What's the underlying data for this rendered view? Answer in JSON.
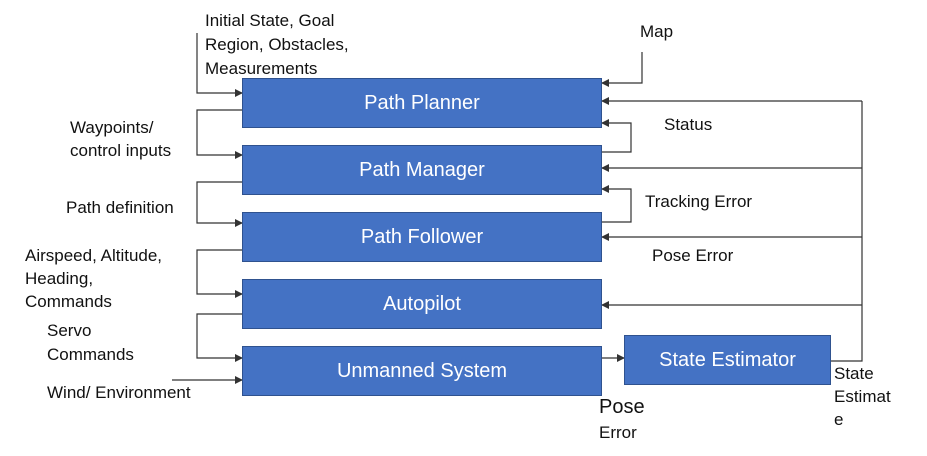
{
  "blocks": {
    "path_planner": "Path Planner",
    "path_manager": "Path Manager",
    "path_follower": "Path Follower",
    "autopilot": "Autopilot",
    "unmanned_system": "Unmanned System",
    "state_estimator": "State Estimator"
  },
  "labels": {
    "inputs_1": "Initial State, Goal",
    "inputs_2": "Region, Obstacles,",
    "inputs_3": "Measurements",
    "map": "Map",
    "waypoints_1": "Waypoints/",
    "waypoints_2": "control inputs",
    "status": "Status",
    "path_definition": "Path definition",
    "tracking_error": "Tracking Error",
    "airspeed_1": "Airspeed, Altitude,",
    "airspeed_2": "Heading,",
    "airspeed_3": "Commands",
    "pose_error_right": "Pose Error",
    "servo_1": "Servo",
    "servo_2": "Commands",
    "wind": "Wind/ Environment",
    "pose_bottom_1": "Pose",
    "pose_bottom_2": "Error",
    "state_1": "State",
    "state_2": "Estimat",
    "state_3": "e"
  },
  "colors": {
    "block_fill": "#4472c4",
    "line": "#333333"
  }
}
